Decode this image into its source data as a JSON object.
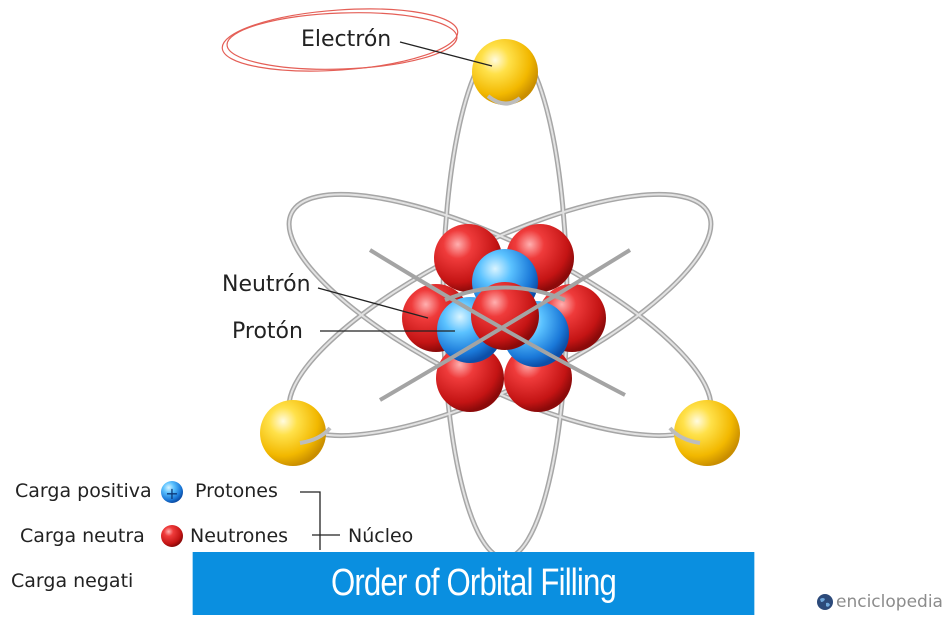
{
  "labels": {
    "electron": "Electrón",
    "neutron": "Neutrón",
    "proton": "Protón"
  },
  "legend": {
    "positive": "Carga positiva",
    "protons": "Protones",
    "neutral": "Carga neutra",
    "neutrons": "Neutrones",
    "negative": "Carga negati",
    "nucleus": "Núcleo"
  },
  "banner": {
    "title": "Order of Orbital Filling"
  },
  "brand": {
    "name": "enciclopedia"
  },
  "colors": {
    "electron": "#f5c400",
    "neutron": "#d81f24",
    "proton": "#2f8fe6",
    "orbit": "#b8b8b8",
    "banner": "#0a8fe0",
    "highlight_ring": "#e0443a"
  }
}
